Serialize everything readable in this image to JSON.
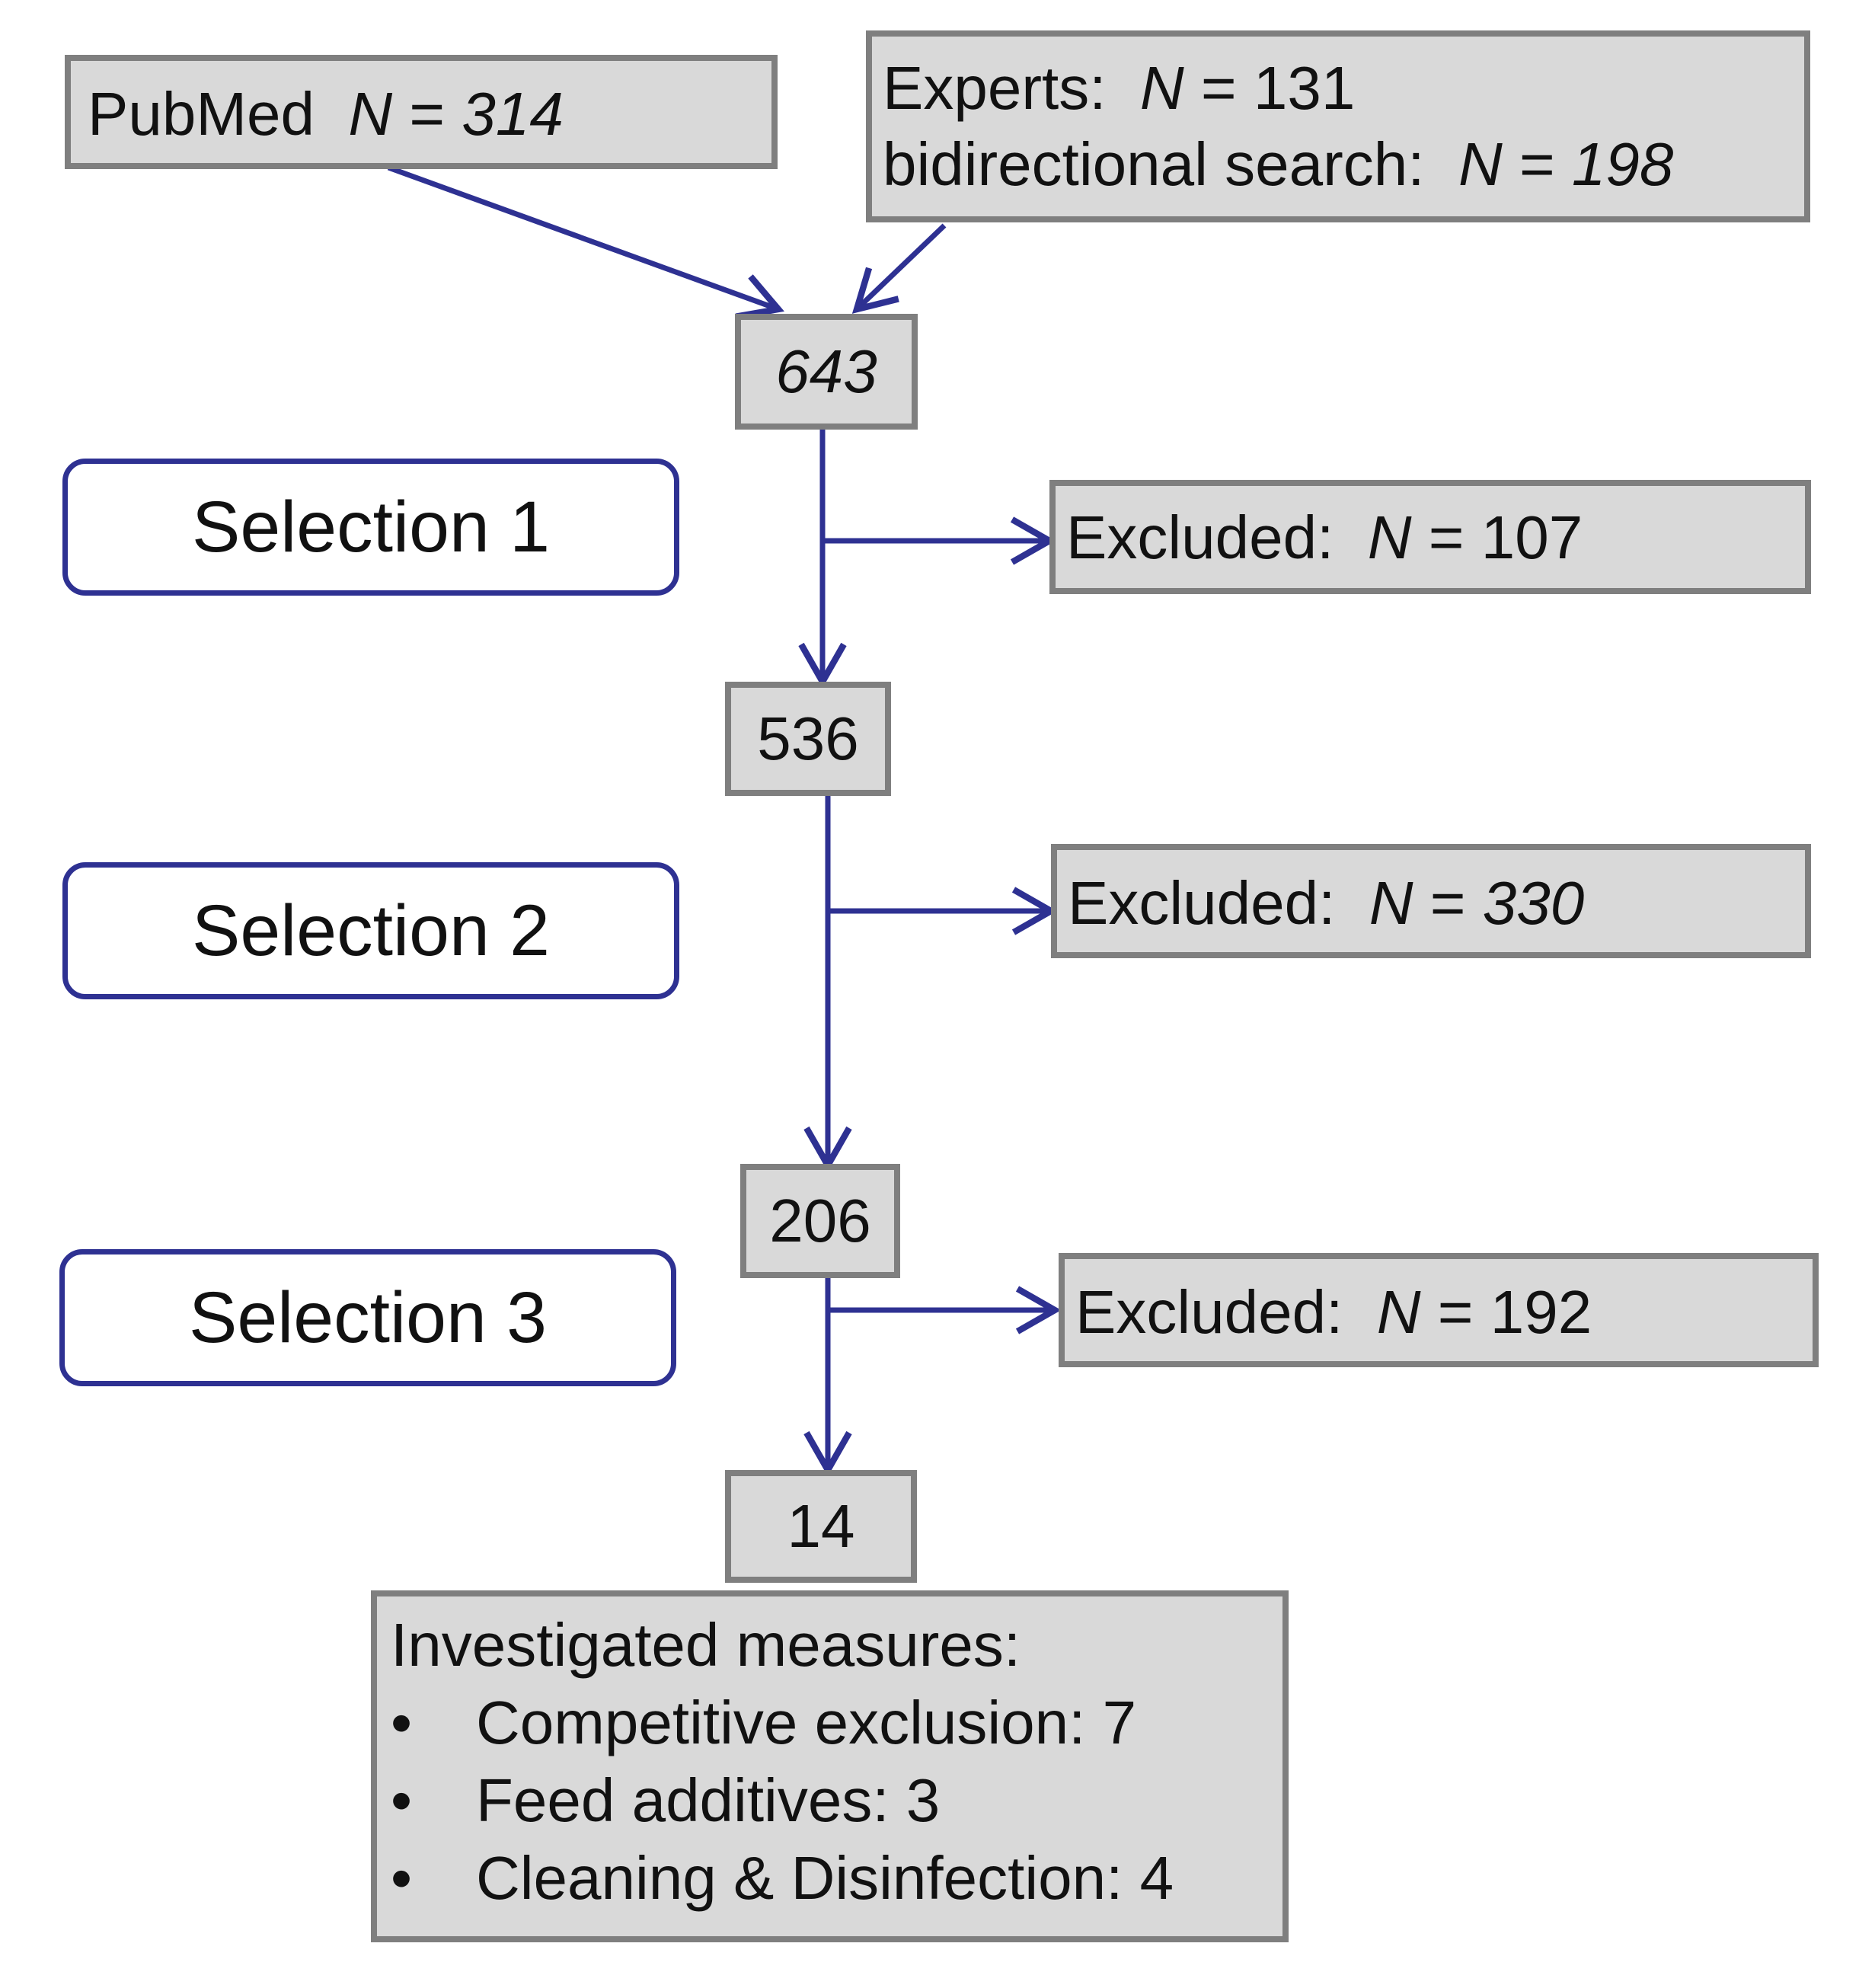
{
  "sources": {
    "pubmed": {
      "label": "PubMed",
      "n_prefix": "N",
      "eq": " = ",
      "value": "314"
    },
    "experts": {
      "label": "Experts:",
      "n_prefix": "N",
      "eq": " = ",
      "value": "131"
    },
    "bidirectional": {
      "label": "bidirectional search:",
      "n_prefix": "N",
      "eq": " = ",
      "value": "198"
    }
  },
  "totals": {
    "combined": "643",
    "after_selection_1": "536",
    "after_selection_2": "206",
    "final": "14"
  },
  "selections": [
    {
      "label": "Selection 1"
    },
    {
      "label": "Selection 2"
    },
    {
      "label": "Selection 3"
    }
  ],
  "exclusions": [
    {
      "label": "Excluded:",
      "n_prefix": "N",
      "eq": " = ",
      "value": "107"
    },
    {
      "label": "Excluded:",
      "n_prefix": "N",
      "eq": " = ",
      "value": "330"
    },
    {
      "label": "Excluded:",
      "n_prefix": "N",
      "eq": " = ",
      "value": "192"
    }
  ],
  "measures": {
    "title": "Investigated measures:",
    "bullet": "•",
    "items": [
      {
        "label": "Competitive exclusion:",
        "value": "7"
      },
      {
        "label": "Feed additives:",
        "value": "3"
      },
      {
        "label": "Cleaning & Disinfection:",
        "value": "4"
      }
    ]
  },
  "colors": {
    "arrow": "#2e3192",
    "box_fill": "#d9d9d9",
    "box_border": "#7f7f7f",
    "selection_border": "#2e3192"
  }
}
